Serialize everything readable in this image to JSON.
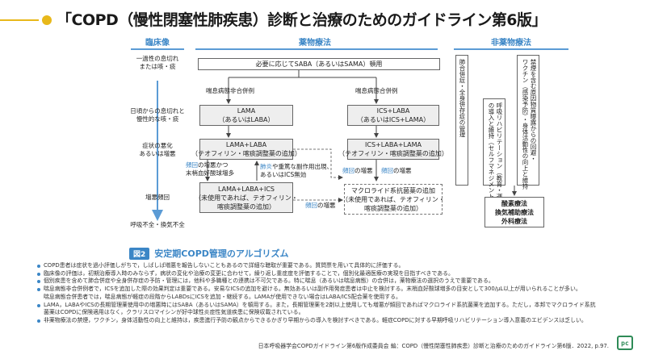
{
  "title": "「COPD（慢性閉塞性肺疾患）診断と治療のためのガイドライン第6版」",
  "headers": {
    "clinical": "臨床像",
    "drug": "薬物療法",
    "nondrug": "非薬物療法"
  },
  "clinical_items": [
    "一過性の息切れ\nまたは咳・痰",
    "日頃からの息切れと\n慢性的な咳・痰",
    "症状の悪化\nあるいは増悪",
    "増悪頻回",
    "呼吸不全・換気不全"
  ],
  "boxes": {
    "saba": "必要に応じてSABA（あるいはSAMA）頓用",
    "lama": "LAMA\n（あるいはLABA）",
    "lama_laba": "LAMA+LABA\n（テオフィリン・喀痰調整薬の追加）",
    "lama_laba_ics": "LAMA+LABA+ICS\n（未使用であれば、テオフィリン・\n喀痰調整薬の追加）",
    "ics_laba": "ICS+LABA\n（あるいはICS+LAMA）",
    "ics_laba_lama": "ICS+LABA+LAMA\n（テオフィリン・喀痰調整薬の追加）",
    "macrolide": "マクロライド系抗菌薬の追加\n（未使用であれば、テオフィリン・\n喀痰調整薬の追加）"
  },
  "labels": {
    "non_asthma": "喘息病態非合併例",
    "asthma": "喘息病態合併例",
    "freq_exac_left_hl": "頻回",
    "freq_exac_left": "の増悪かつ\n末梢血好酸球増多",
    "pneumonia_hl": "肺炎",
    "pneumonia": "や重篤な副作用出現、\nあるいはICS無効",
    "freq1_hl": "頻回",
    "freq1": "の増悪",
    "freq2_hl": "頻回",
    "freq2": "の増悪",
    "freq3_hl": "頻回",
    "freq3": "の増悪"
  },
  "nondrug": {
    "comorbid": "肺合併症・全身併存症の管理",
    "rehab": "呼吸リハビリテーション（教育・運動・栄養）\nの導入と維持（セルフマネジメント）",
    "prevention": "禁煙を含む原因物質曝露からの回避・\nワクチン（感染予防）・身体活動性の向上と維持",
    "oxygen": "酸素療法\n換気補助療法\n外科療法"
  },
  "figure_badge": "図2",
  "figure_title": "安定期COPD管理のアルゴリズム",
  "notes": [
    "COPD患者は症状を過小評価しがちで，しばしば増悪を報告しないこともあるので詳細な聴取が重要である。質問票を用いて具体的に評価する。",
    "臨床像の評価は，初期治療導入時のみならず，病状の変化や治療の変更に合わせて，繰り返し重症度を評価することで，個別化最適医療の実現を目指すべきである。",
    "個別疾患を含めて肺合併症や全身併存症の予防・管理には，他科や多職種との連携は不可欠である。特に喘息（あるいは喘息病態）の合併は，薬物療法の選択のうえで重要である。",
    "喘息病態非合併例者で，ICSを追加した際の効果判定は重要である。安易なICSの追加を避ける。無効あるいは副作用発症患者は中止を検討する。末梢血好酸球増多の目安として300/μL以上が用いられることが多い。\n喘息病態合併患者では，喘息病態が軽症の段階からLABDsにICSを追加・継続する。LAMAが使用できない場合はLABA/ICS配合薬を使用する。",
    "LAMA，LABAやICSの長期管理薬使用中の増悪時にはSABA（あるいはSAMA）を頓用する。また，長期管理薬を2剤以上使用しても増悪が頻回であればマクロライド系抗菌薬を追加する。ただし，本邦でマクロライド系抗\n菌薬はCOPDに保険適用はなく，クラリスロマイシンが好中球性炎症性気道疾患に保険収載されている。",
    "非薬物療法の禁煙，ワクチン，身体活動性の向上と維持は，疾患進行予防の観点からできるかぎり早期からの導入を検討すべきである。軽症COPDに対する早期呼吸リハビリテーション導入意義のエビデンスは乏しい。"
  ],
  "source": "日本呼吸器学会COPDガイドライン第6版作成委員会 編：COPD（慢性閉塞性肺疾患）診断と治療のためのガイドライン第6版．2022, p.97.",
  "logo": "pc",
  "colors": {
    "accent_blue": "#3b86c6",
    "accent_yellow": "#e8b81a",
    "logo_green": "#2e8b57"
  }
}
